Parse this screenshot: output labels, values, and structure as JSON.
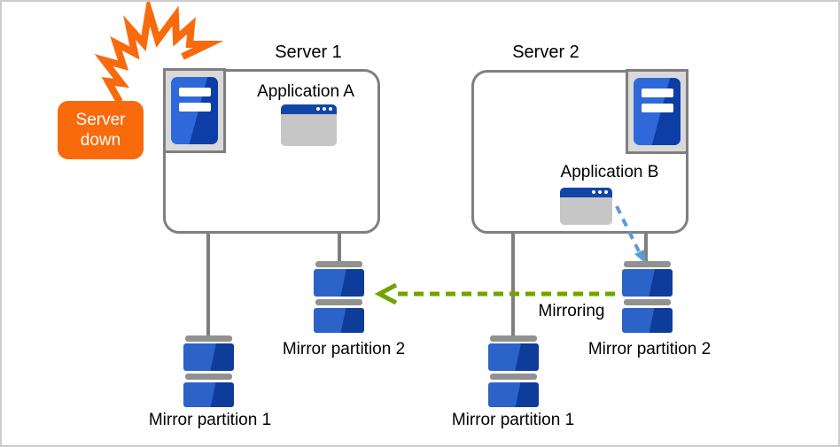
{
  "alert": {
    "label": "Server down",
    "color": "#f96a0d",
    "text_color": "#ffffff"
  },
  "server1": {
    "title": "Server 1",
    "application": {
      "label": "Application A"
    },
    "partitions": [
      {
        "label": "Mirror partition 1"
      },
      {
        "label": "Mirror partition 2"
      }
    ]
  },
  "server2": {
    "title": "Server 2",
    "application": {
      "label": "Application B"
    },
    "partitions": [
      {
        "label": "Mirror partition 1"
      },
      {
        "label": "Mirror partition 2"
      }
    ]
  },
  "mirroring": {
    "label": "Mirroring",
    "arrow_color": "#70a401",
    "arrow_direction": "server2-partition2 to server1-partition2",
    "app_arrow_color": "#5b9bd5",
    "app_arrow": "Application B to server2-partition2"
  },
  "colors": {
    "box_border": "#7f7f7f",
    "crash": "#f96a0d",
    "tower_blue_light": "#2f68d9",
    "tower_blue_dark": "#0d3ea8",
    "disk_blue_light": "#2c63c8",
    "disk_blue_dark": "#0e3c9b",
    "window_titlebar": "#1245a8",
    "window_body": "#c6c6c6",
    "icon_bg": "#d9d9d9"
  }
}
